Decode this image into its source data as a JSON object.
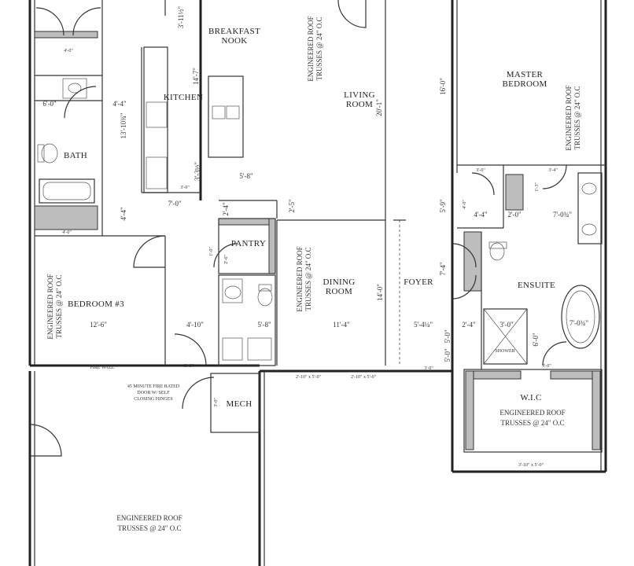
{
  "rooms": {
    "breakfast_nook": [
      "BREAKFAST",
      "NOOK"
    ],
    "kitchen": "KITCHEN",
    "living_room": [
      "LIVING",
      "ROOM"
    ],
    "master_bedroom": [
      "MASTER",
      "BEDROOM"
    ],
    "bath": "BATH",
    "bedroom3": "BEDROOM #3",
    "pantry": "PANTRY",
    "dining_room": [
      "DINING",
      "ROOM"
    ],
    "foyer": "FOYER",
    "ensuite": "ENSUITE",
    "shower": "SHOWER",
    "wic": "W.I.C",
    "mech": "MECH"
  },
  "truss_notes": {
    "kitchen_lines": [
      "ENGINEERED ROOF",
      "TRUSSES @ 24\" O.C"
    ],
    "master_lines": [
      "ENGINEERED ROOF",
      "TRUSSES @ 24\" O.C"
    ],
    "bedroom_lines": [
      "ENGINEERED ROOF",
      "TRUSSES @ 24\" O.C"
    ],
    "dining_lines": [
      "ENGINEERED ROOF",
      "TRUSSES @ 24\" O.C"
    ],
    "wic_lines": [
      "ENGINEERED ROOF",
      "TRUSSES @ 24\" O.C"
    ],
    "garage_lines": [
      "ENGINEERED ROOF",
      "TRUSSES @ 24\" O.C"
    ]
  },
  "notes": {
    "fire_door": [
      "45 MINUTE FIRE RATED",
      "DOOR W/ SELF",
      "CLOSING HINGES"
    ],
    "fire_wall": "FIRE WALL"
  },
  "dimensions": {
    "nook_depth": "3'-11½\"",
    "kitchen_len": "14'-7\"",
    "living_len": "20'-1\"",
    "foyer_len": "16'-0\"",
    "closet_w": "4'-0\"",
    "bath_w": "6'-0\"",
    "hall_w": "4'-4\"",
    "bath_len": "13'-10¾\"",
    "kitchen_w": "7'-0\"",
    "island": "5'-8\"",
    "small1": "3'-0\"",
    "small2": "3'-3½\"",
    "pantry_h": "2'-5\"",
    "pantry_h2": "2'-4\"",
    "hall_len": "4'-4\"",
    "foyer_len2": "5'-9\"",
    "ens_w1": "4'-4\"",
    "ens_w2": "2'-0\"",
    "ens_w3": "7'-0¾\"",
    "closet_d": "4'-0\"",
    "wh": "5'-0\"",
    "bed3_w": "12'-6\"",
    "hall2": "4'-10\"",
    "pantry_w": "5'-8\"",
    "dining_w": "11'-4\"",
    "foyer_w": "5'-4¼\"",
    "ens_w4": "2'-4\"",
    "ens_w5": "3'-0\"",
    "tub_w": "7'-0¾\"",
    "dining_h": "14'-0\"",
    "foyer_h": "7'-4\"",
    "shower_h": "6'-0\"",
    "foyer_h2": "5'-0\"",
    "door1": "3'-0\"",
    "door2": "3'-0\"",
    "door3": "3'-0\"",
    "bot1": "2'-10\" x 5'-0\"",
    "bot2": "2'-10\" x 5'-0\"",
    "bot3": "3'-10\" x 5'-0\"",
    "closet_b": "4'-0\"",
    "master_d1": "3'-0\"",
    "master_d2": "3'-4\"",
    "master_d3": "1'-3\"",
    "mech_d": "3'-0\"",
    "pantry_d": "1'-0\"",
    "pantry_d2": "2'-6\""
  }
}
